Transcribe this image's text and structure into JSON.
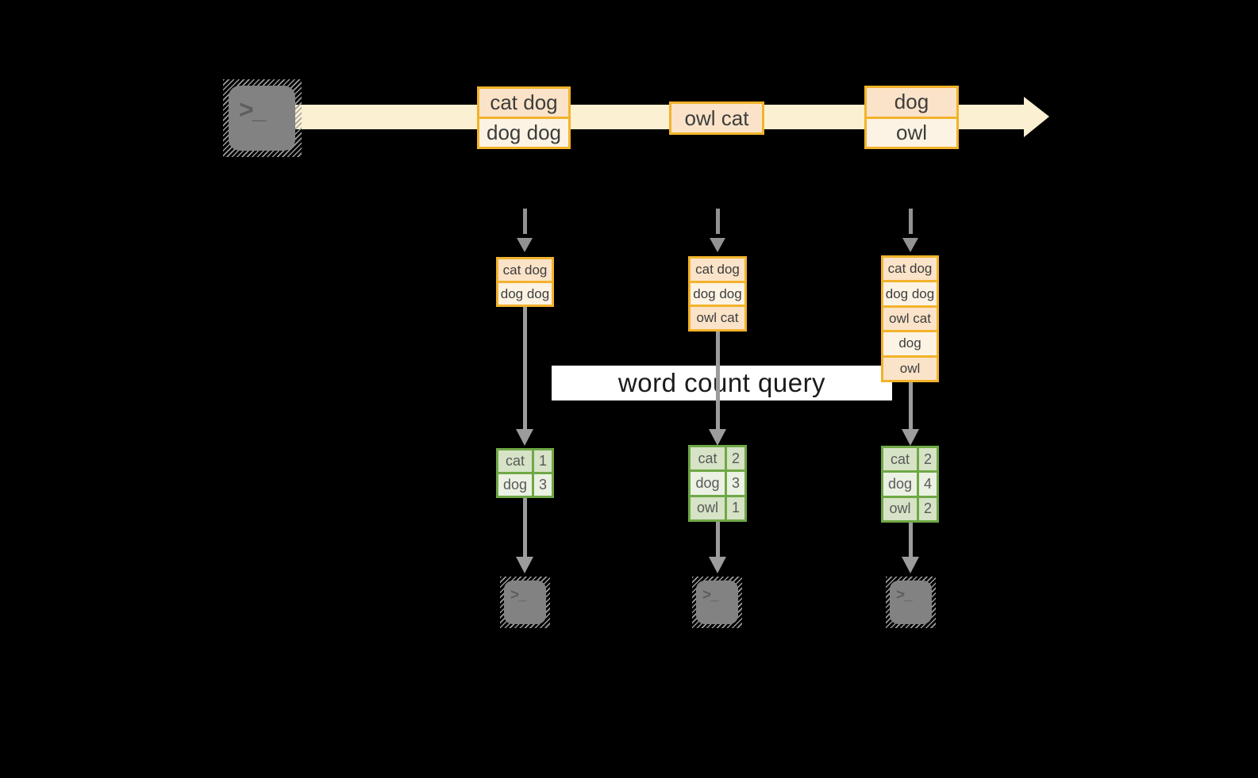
{
  "diagram": {
    "query_label": "word count query",
    "terminal_glyph": ">_",
    "stream_batches": [
      {
        "rows": [
          "cat dog",
          "dog dog"
        ]
      },
      {
        "rows": [
          "owl cat"
        ]
      },
      {
        "rows": [
          "dog",
          "owl"
        ]
      }
    ],
    "columns": [
      {
        "state_rows": [
          "cat dog",
          "dog dog"
        ],
        "count_rows": [
          {
            "word": "cat",
            "count": "1"
          },
          {
            "word": "dog",
            "count": "3"
          }
        ]
      },
      {
        "state_rows": [
          "cat dog",
          "dog dog",
          "owl cat"
        ],
        "count_rows": [
          {
            "word": "cat",
            "count": "2"
          },
          {
            "word": "dog",
            "count": "3"
          },
          {
            "word": "owl",
            "count": "1"
          }
        ]
      },
      {
        "state_rows": [
          "cat dog",
          "dog dog",
          "owl cat",
          "dog",
          "owl"
        ],
        "count_rows": [
          {
            "word": "cat",
            "count": "2"
          },
          {
            "word": "dog",
            "count": "4"
          },
          {
            "word": "owl",
            "count": "2"
          }
        ]
      }
    ],
    "colors": {
      "background": "#000000",
      "stream_fill": "#fbf0d1",
      "box_border": "#f2b32b",
      "box_fill_dark": "#fae3c8",
      "box_fill_light": "#fdf3e4",
      "table_border": "#6fa845",
      "table_fill_dark": "#d6e3c6",
      "table_fill_light": "#ebf1e3",
      "connector_gray": "#9c9c9c",
      "terminal_gray": "#828282",
      "query_band_bg": "#ffffff"
    }
  }
}
